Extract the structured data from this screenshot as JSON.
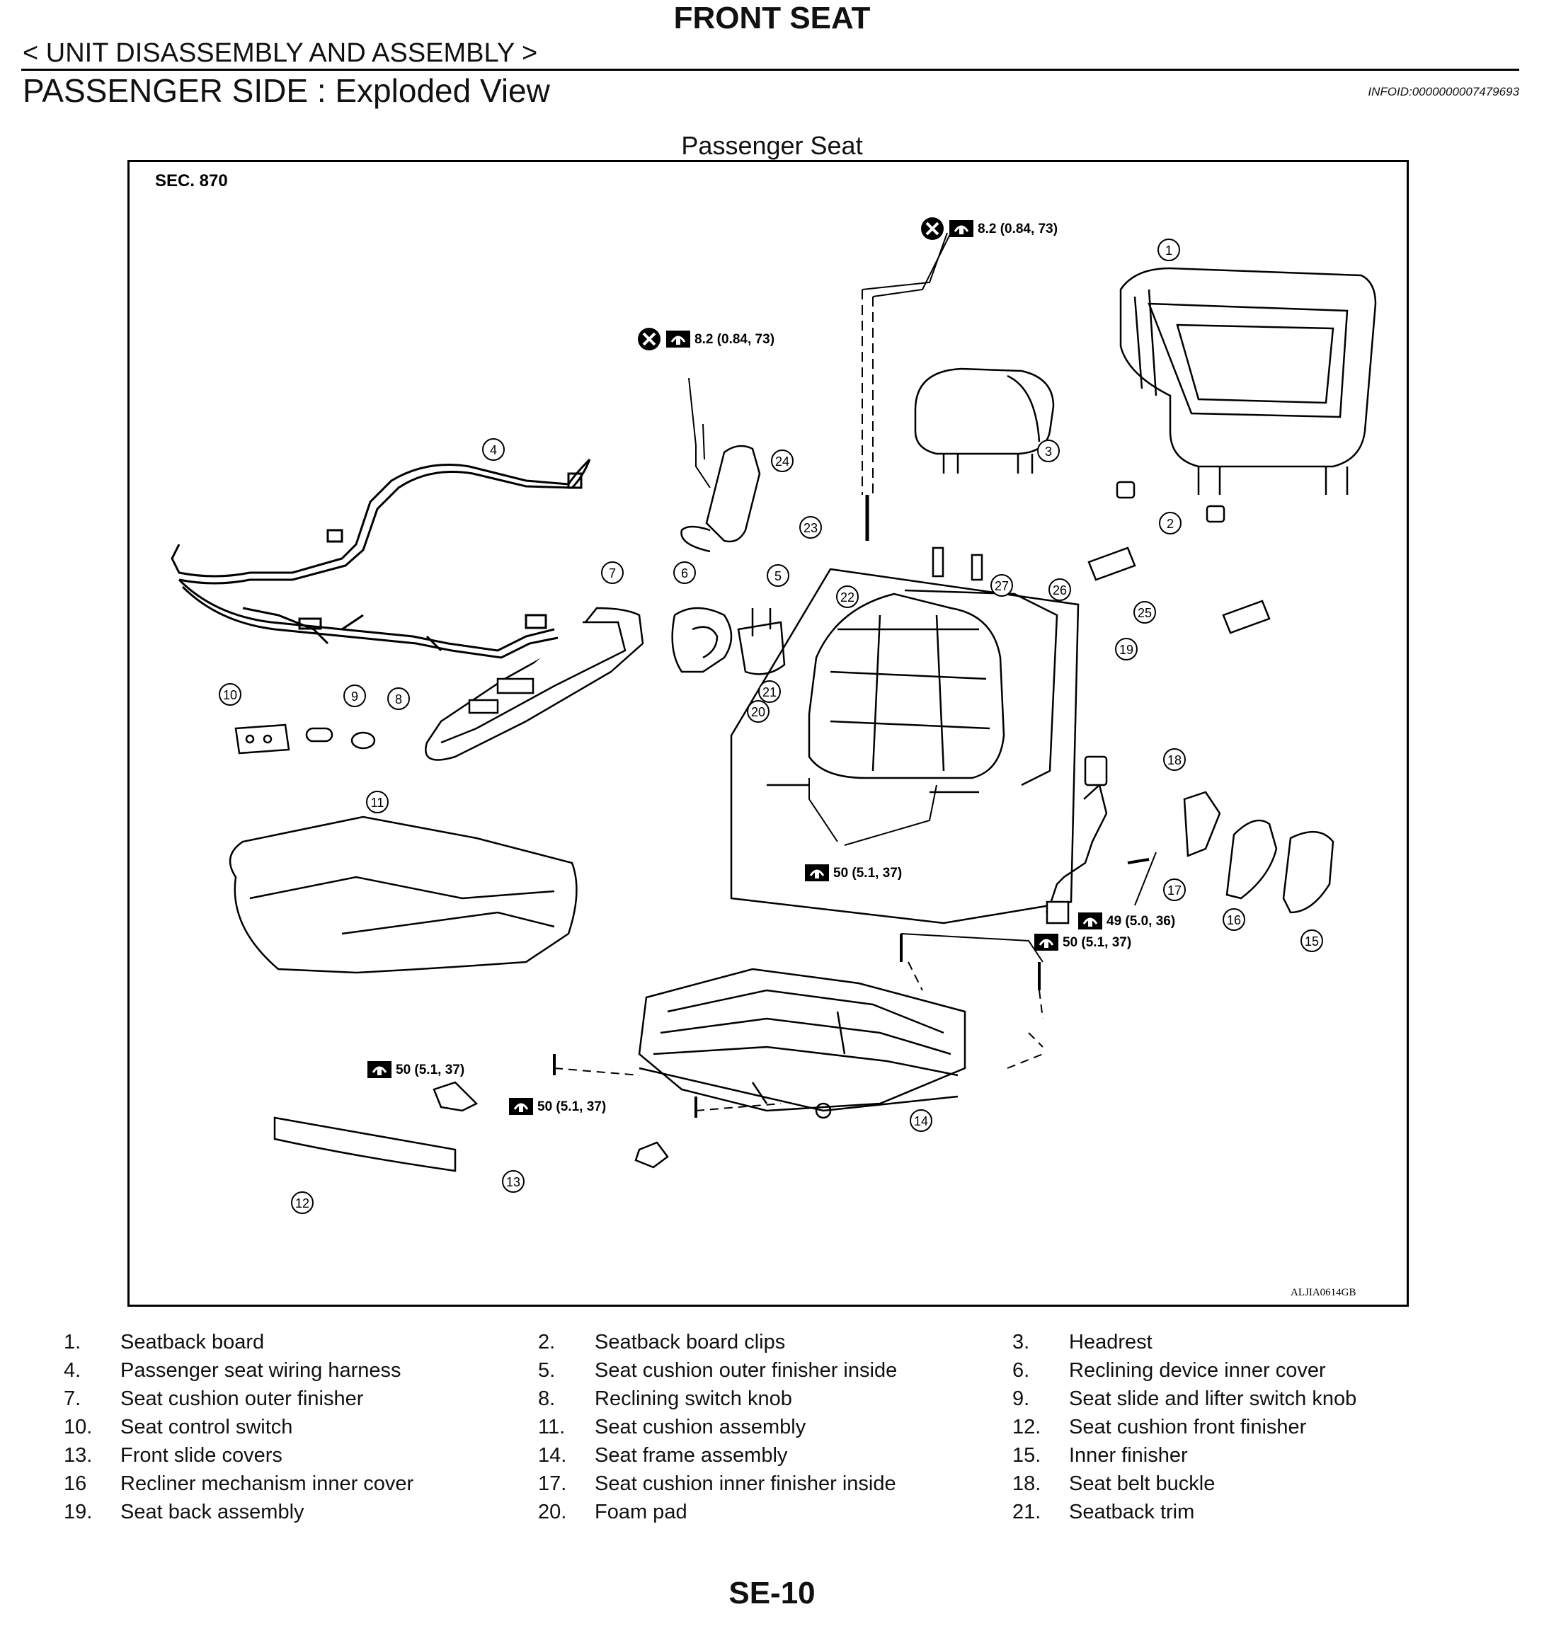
{
  "header": {
    "main_title": "FRONT SEAT",
    "sub_title": "< UNIT DISASSEMBLY AND ASSEMBLY >",
    "section_title": "PASSENGER SIDE : Exploded View",
    "infoid": "INFOID:0000000007479693"
  },
  "figure": {
    "title": "Passenger Seat",
    "section": "SEC. 870",
    "code": "ALJIA0614GB",
    "torques": {
      "t82": "8.2 (0.84, 73)",
      "t50": "50 (5.1, 37)",
      "t49": "49 (5.0, 36)"
    },
    "callouts": [
      "1",
      "2",
      "3",
      "4",
      "5",
      "6",
      "7",
      "8",
      "9",
      "10",
      "11",
      "12",
      "13",
      "14",
      "15",
      "16",
      "17",
      "18",
      "19",
      "20",
      "21",
      "22",
      "23",
      "24",
      "25",
      "26",
      "27"
    ]
  },
  "legend": [
    {
      "num": "1.",
      "text": "Seatback board"
    },
    {
      "num": "2.",
      "text": "Seatback board clips"
    },
    {
      "num": "3.",
      "text": "Headrest"
    },
    {
      "num": "4.",
      "text": "Passenger seat wiring harness"
    },
    {
      "num": "5.",
      "text": "Seat cushion outer finisher inside"
    },
    {
      "num": "6.",
      "text": "Reclining device inner cover"
    },
    {
      "num": "7.",
      "text": "Seat cushion outer finisher"
    },
    {
      "num": "8.",
      "text": "Reclining switch knob"
    },
    {
      "num": "9.",
      "text": "Seat slide and lifter switch knob"
    },
    {
      "num": "10.",
      "text": "Seat control switch"
    },
    {
      "num": "11.",
      "text": "Seat cushion assembly"
    },
    {
      "num": "12.",
      "text": "Seat cushion front finisher"
    },
    {
      "num": "13.",
      "text": "Front slide covers"
    },
    {
      "num": "14.",
      "text": "Seat frame assembly"
    },
    {
      "num": "15.",
      "text": "Inner finisher"
    },
    {
      "num": "16",
      "text": "Recliner mechanism inner cover"
    },
    {
      "num": "17.",
      "text": "Seat cushion inner finisher inside"
    },
    {
      "num": "18.",
      "text": "Seat belt buckle"
    },
    {
      "num": "19.",
      "text": "Seat back assembly"
    },
    {
      "num": "20.",
      "text": "Foam pad"
    },
    {
      "num": "21.",
      "text": "Seatback trim"
    }
  ],
  "footer": {
    "page_number": "SE-10"
  }
}
